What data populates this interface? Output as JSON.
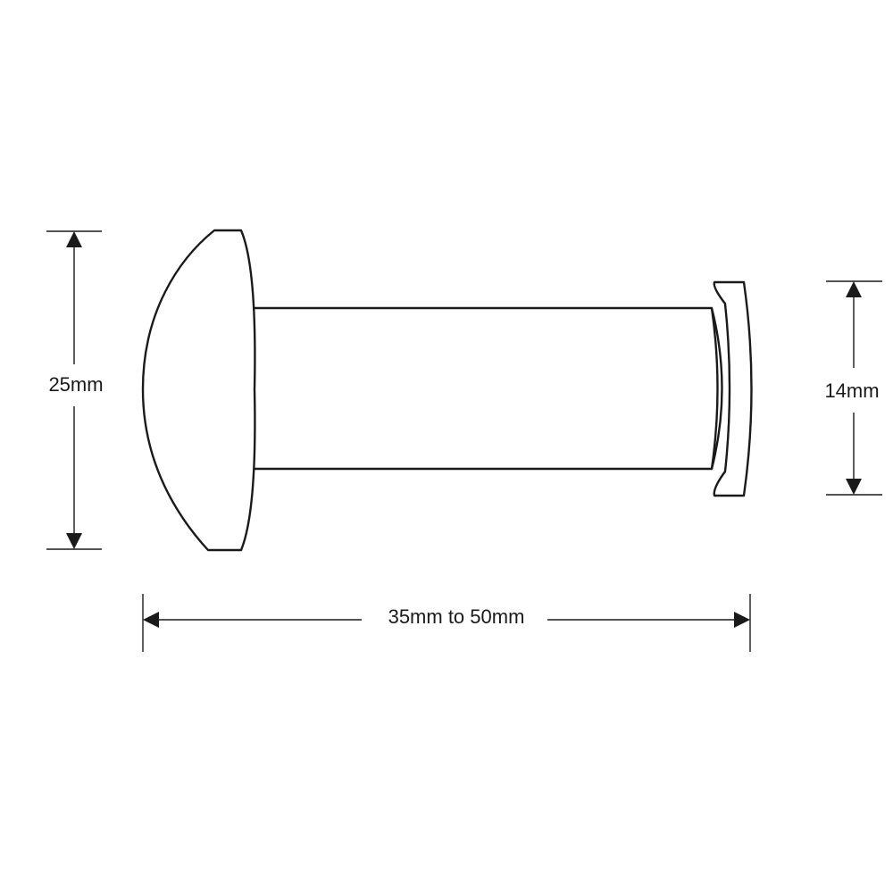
{
  "dimensions": {
    "head_diameter": "25mm",
    "flange_diameter": "14mm",
    "length": "35mm to 50mm"
  }
}
